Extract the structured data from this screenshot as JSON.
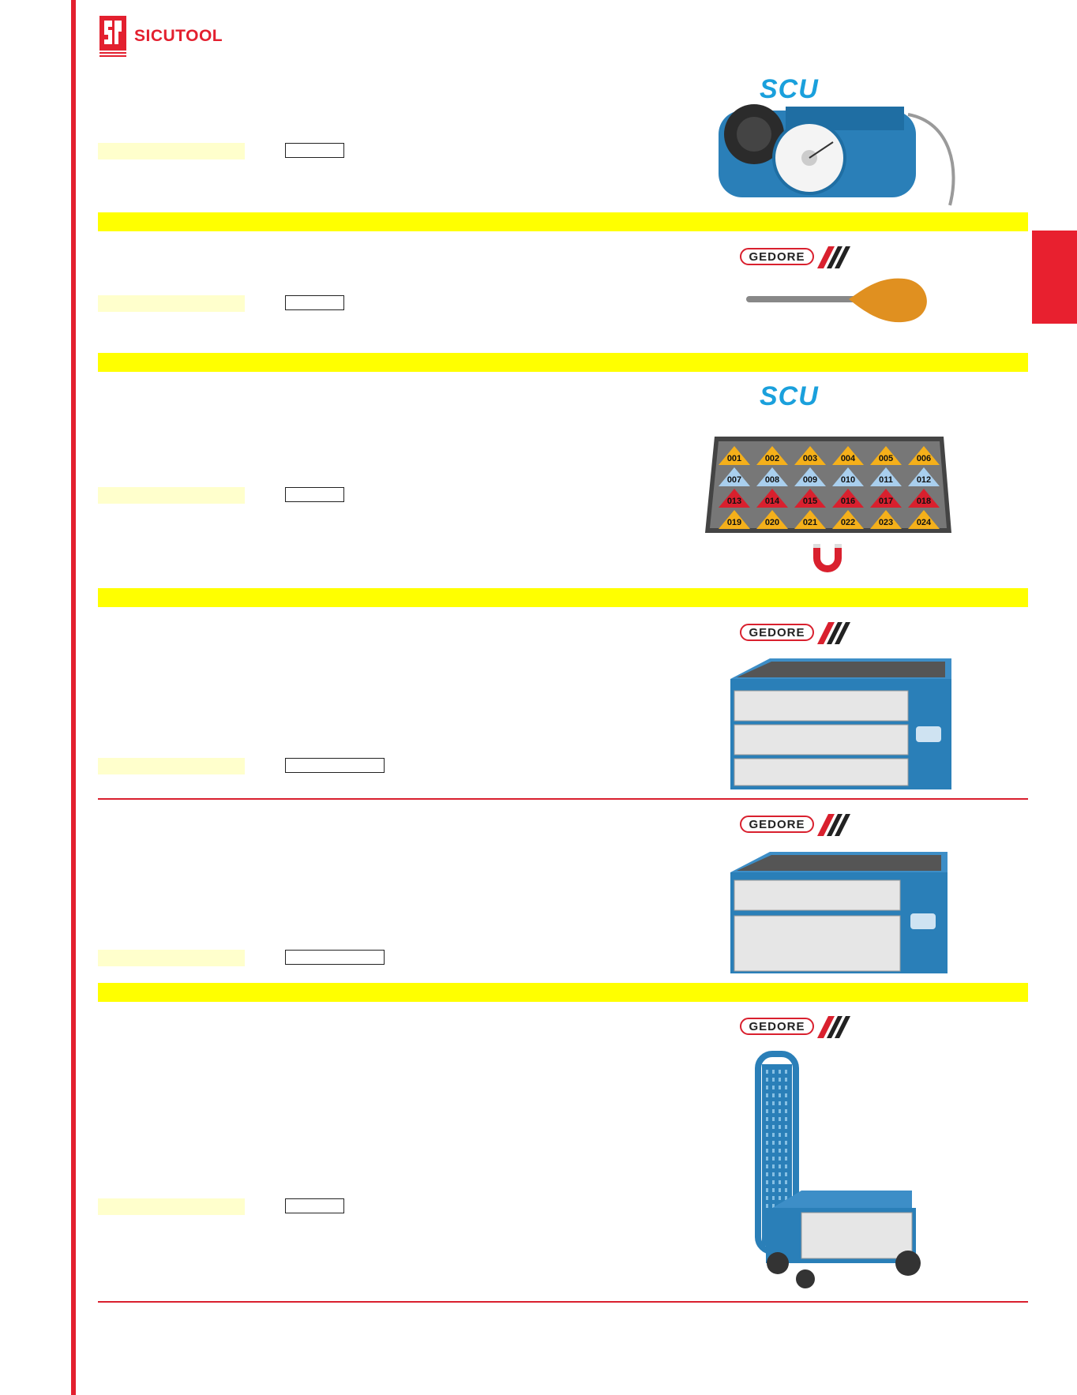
{
  "header": {
    "logo_text": "SICUTOOL"
  },
  "sections": [
    {
      "brand": "SCU",
      "product": "dial-gauge-with-cable"
    },
    {
      "brand": "GEDORE",
      "product": "rubber-bulb-blower"
    },
    {
      "brand": "SCU",
      "product": "magnetic-number-markers-board"
    },
    {
      "brand": "GEDORE",
      "product": "tool-chest-three-drawers"
    },
    {
      "brand": "GEDORE",
      "product": "tool-chest-two-drawers"
    },
    {
      "brand": "GEDORE",
      "product": "trolley-with-handle"
    }
  ],
  "marker_labels": [
    "001",
    "002",
    "003",
    "004",
    "005",
    "006",
    "007",
    "008",
    "009",
    "010",
    "011",
    "012",
    "013",
    "014",
    "015",
    "016",
    "017",
    "018",
    "019",
    "020",
    "021",
    "022",
    "023",
    "024"
  ],
  "colors": {
    "accent_red": "#e3202f",
    "band_yellow": "#ffff00",
    "cell_pale_yellow": "#ffffcc",
    "scu_blue": "#1aa0dc",
    "product_blue": "#2a7fb8"
  }
}
